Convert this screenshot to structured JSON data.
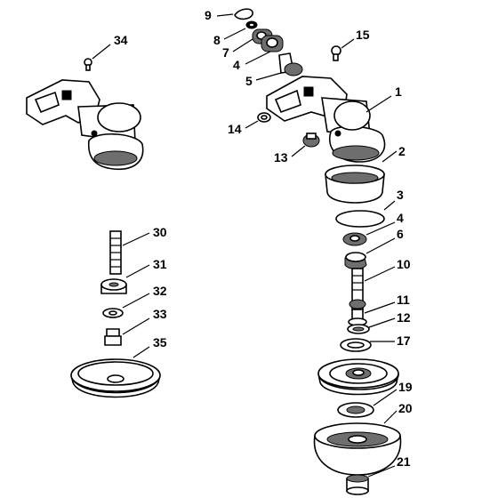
{
  "labels": {
    "l1": "1",
    "l2": "2",
    "l3": "3",
    "l4a": "4",
    "l4b": "4",
    "l5": "5",
    "l6": "6",
    "l7": "7",
    "l8": "8",
    "l9": "9",
    "l10": "10",
    "l11": "11",
    "l12": "12",
    "l13": "13",
    "l14": "14",
    "l15": "15",
    "l17": "17",
    "l19": "19",
    "l20": "20",
    "l21": "21",
    "l30": "30",
    "l31": "31",
    "l32": "32",
    "l33": "33",
    "l34": "34",
    "l35": "35"
  },
  "colors": {
    "line": "#000000",
    "shade": "#6e6e6e",
    "background": "#ffffff"
  }
}
